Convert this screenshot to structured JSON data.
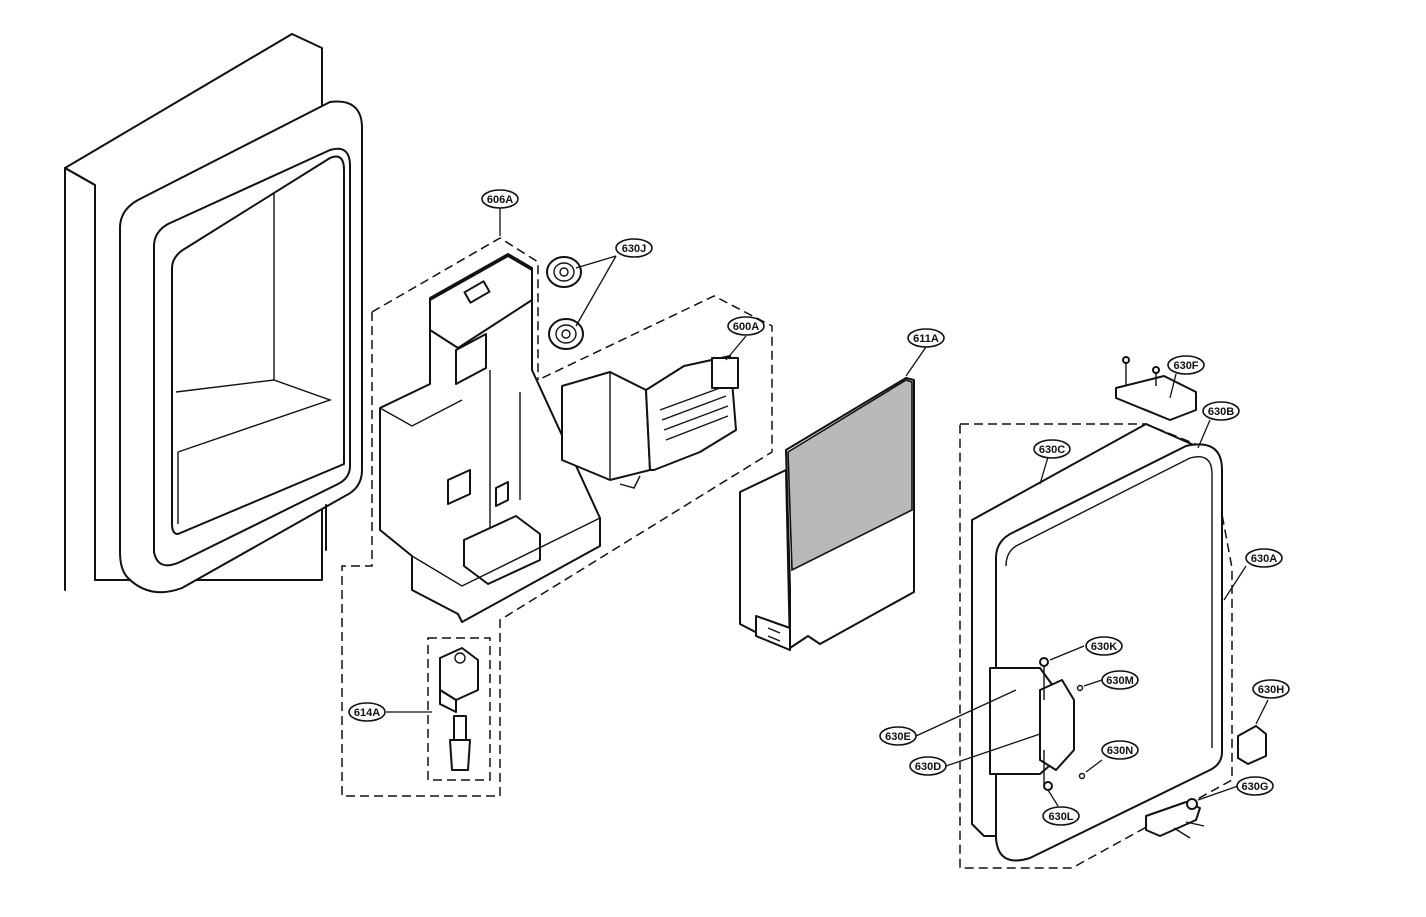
{
  "parts": [
    {
      "id": "p606A",
      "label": "606A"
    },
    {
      "id": "p630J",
      "label": "630J"
    },
    {
      "id": "p600A",
      "label": "600A"
    },
    {
      "id": "p611A",
      "label": "611A"
    },
    {
      "id": "p630F",
      "label": "630F"
    },
    {
      "id": "p630B",
      "label": "630B"
    },
    {
      "id": "p630C",
      "label": "630C"
    },
    {
      "id": "p630A",
      "label": "630A"
    },
    {
      "id": "p630K",
      "label": "630K"
    },
    {
      "id": "p630M",
      "label": "630M"
    },
    {
      "id": "p630H",
      "label": "630H"
    },
    {
      "id": "p614A",
      "label": "614A"
    },
    {
      "id": "p630E",
      "label": "630E"
    },
    {
      "id": "p630N",
      "label": "630N"
    },
    {
      "id": "p630D",
      "label": "630D"
    },
    {
      "id": "p630G",
      "label": "630G"
    },
    {
      "id": "p630L",
      "label": "630L"
    }
  ]
}
